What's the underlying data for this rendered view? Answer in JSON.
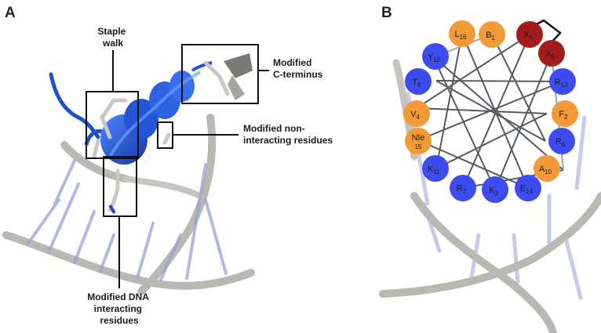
{
  "panels": {
    "a": "A",
    "b": "B"
  },
  "callouts": {
    "staple_walk": [
      "Staple",
      "walk"
    ],
    "c_terminus": [
      "Modified",
      "C-terminus"
    ],
    "non_interacting": [
      "Modified non-",
      "interacting residues"
    ],
    "dna_interacting": [
      "Modified DNA",
      "interacting",
      "residues"
    ]
  },
  "colors": {
    "blue": "#3d4cf0",
    "orange": "#f39a36",
    "darkred": "#a11d1d",
    "dna": "#b9b8b3",
    "helix": "#1f52c9"
  },
  "wheel": {
    "residues": [
      {
        "letter": "B",
        "sub": "1",
        "color": "orange"
      },
      {
        "letter": "L",
        "sub": "16",
        "color": "orange"
      },
      {
        "letter": "X",
        "sub": "5",
        "color": "darkred"
      },
      {
        "letter": "Y",
        "sub": "12",
        "color": "blue"
      },
      {
        "letter": "X",
        "sub": "9",
        "color": "darkred"
      },
      {
        "letter": "T",
        "sub": "8",
        "color": "blue"
      },
      {
        "letter": "R",
        "sub": "13",
        "color": "blue"
      },
      {
        "letter": "V",
        "sub": "4",
        "color": "orange"
      },
      {
        "letter": "F",
        "sub": "2",
        "color": "orange"
      },
      {
        "letter": "Nle",
        "sub": "15",
        "color": "orange"
      },
      {
        "letter": "R",
        "sub": "6",
        "color": "blue"
      },
      {
        "letter": "K",
        "sub": "11",
        "color": "blue"
      },
      {
        "letter": "A",
        "sub": "10",
        "color": "orange"
      },
      {
        "letter": "R",
        "sub": "7",
        "color": "blue"
      },
      {
        "letter": "K",
        "sub": "3",
        "color": "blue"
      },
      {
        "letter": "E",
        "sub": "14",
        "color": "blue"
      }
    ]
  }
}
